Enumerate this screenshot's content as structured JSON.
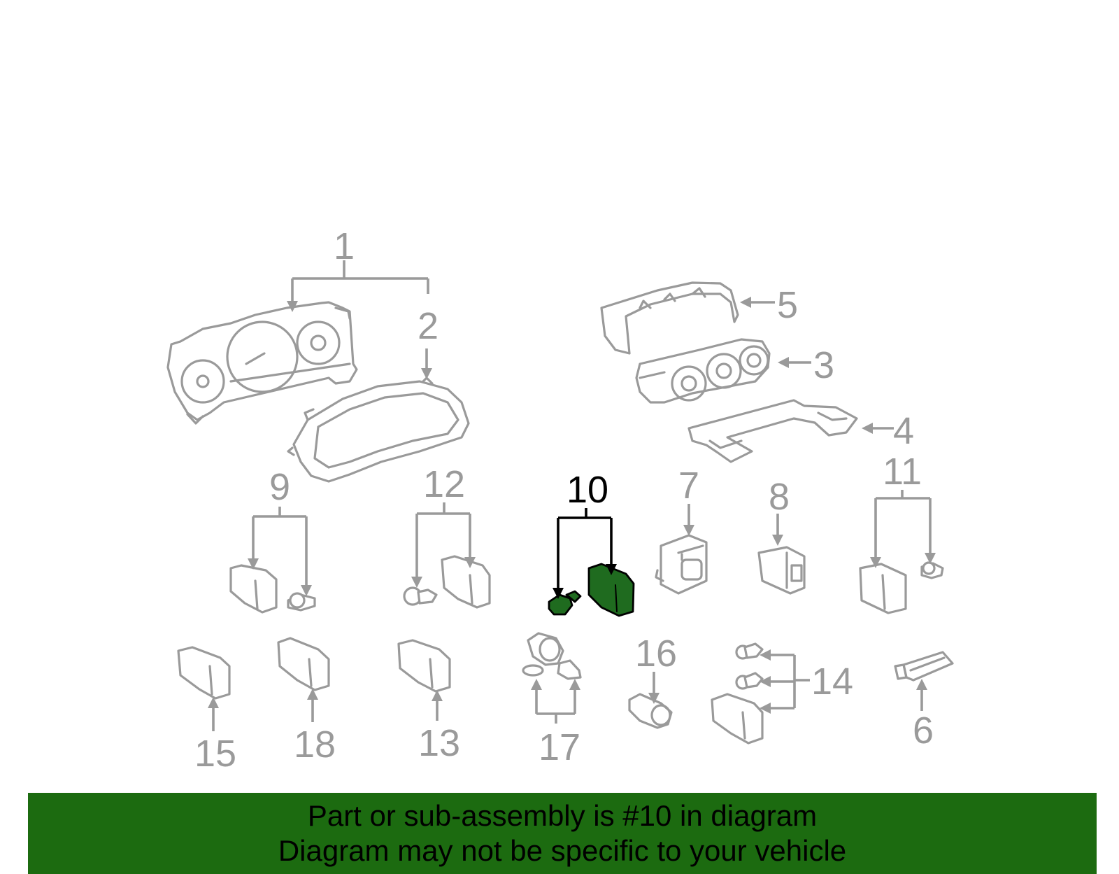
{
  "diagram": {
    "highlighted_part": "10",
    "callouts": [
      "1",
      "2",
      "3",
      "4",
      "5",
      "6",
      "7",
      "8",
      "9",
      "10",
      "11",
      "12",
      "13",
      "14",
      "15",
      "16",
      "17",
      "18"
    ]
  },
  "banner": {
    "line1": "Part or sub-assembly is #10 in diagram",
    "line2": "Diagram may not be specific to your vehicle",
    "background": "#1c6b10"
  },
  "colors": {
    "part_outline": "#9a9a9a",
    "highlight_fill": "#1f6b1f",
    "highlight_callout": "#000000"
  }
}
